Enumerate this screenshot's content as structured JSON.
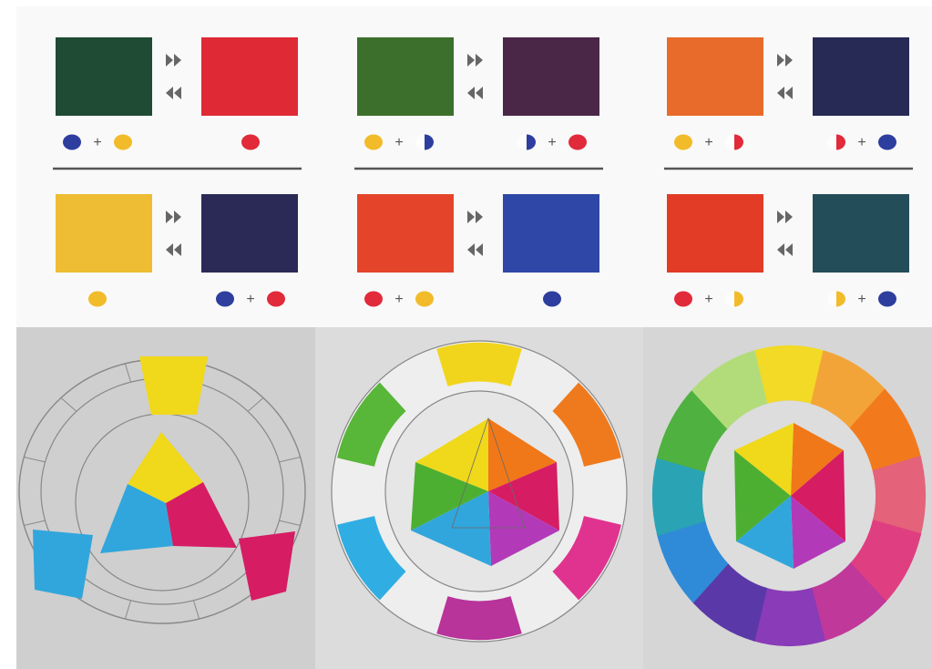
{
  "figure": {
    "operator_plus": "+",
    "complementary_pairs": [
      {
        "rows": [
          {
            "left": {
              "color": "#1f4a33",
              "recipe": [
                "blue",
                "yellow"
              ]
            },
            "right": {
              "color": "#df2a36",
              "recipe": [
                "red"
              ]
            }
          },
          {
            "left": {
              "color": "#efbd33",
              "recipe": [
                "yellow"
              ]
            },
            "right": {
              "color": "#2b2a56",
              "recipe": [
                "blue",
                "red"
              ]
            }
          }
        ]
      },
      {
        "rows": [
          {
            "left": {
              "color": "#3c6f2c",
              "recipe": [
                "yellow",
                "half-blue"
              ]
            },
            "right": {
              "color": "#4b2747",
              "recipe": [
                "half-blue",
                "red"
              ]
            }
          },
          {
            "left": {
              "color": "#e4452a",
              "recipe": [
                "red",
                "yellow"
              ]
            },
            "right": {
              "color": "#2f47a6",
              "recipe": [
                "blue"
              ]
            }
          }
        ]
      },
      {
        "rows": [
          {
            "left": {
              "color": "#e86b2b",
              "recipe": [
                "yellow",
                "half-red"
              ]
            },
            "right": {
              "color": "#262a55",
              "recipe": [
                "half-red",
                "blue"
              ]
            }
          },
          {
            "left": {
              "color": "#e23b26",
              "recipe": [
                "red",
                "half-yellow"
              ]
            },
            "right": {
              "color": "#244d5a",
              "recipe": [
                "half-yellow",
                "blue"
              ]
            }
          }
        ]
      }
    ],
    "dot_colors": {
      "blue": "#2e3e9e",
      "yellow": "#f2bb2a",
      "red": "#e12a3a"
    },
    "arrow_color": "#666666",
    "divider_color": "#555555"
  },
  "wheels": {
    "primary_triangle": {
      "yellow": "#f0d81a",
      "cyan": "#31a6dc",
      "magenta": "#d61c63"
    },
    "secondary_hexagon": {
      "green": "#4caf32",
      "orange": "#f07818",
      "violet": "#b23ab8"
    },
    "wheel_2_ring": [
      "#f1d51c",
      "#ef7a1d",
      "#e0338f",
      "#b8339a",
      "#30aee3",
      "#58b638"
    ],
    "wheel_3_ring": [
      "#f2da26",
      "#f3a438",
      "#f27a1d",
      "#e4627a",
      "#df3f80",
      "#c0389a",
      "#8a3bb8",
      "#5b38a8",
      "#2f8bd8",
      "#2aa3b4",
      "#4fb13f",
      "#b2dc7a"
    ]
  }
}
